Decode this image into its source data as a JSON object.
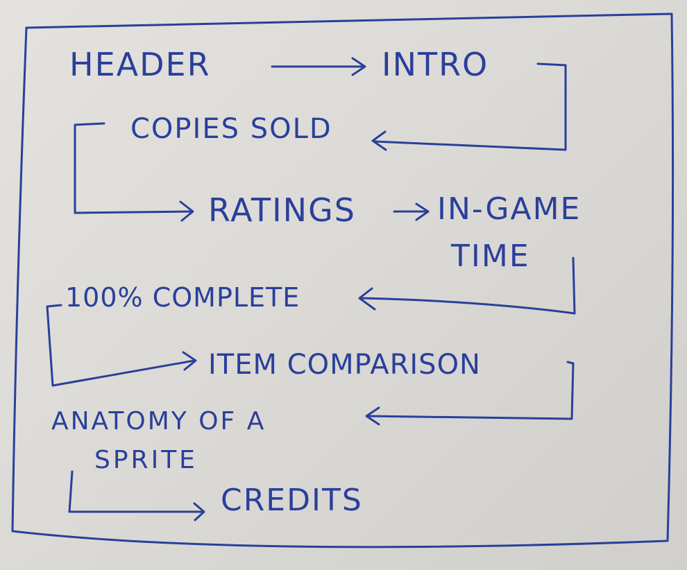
{
  "diagram": {
    "ink_color": "#2a3f9a",
    "paper_color": "#dedcd8",
    "steps": [
      {
        "id": "header",
        "label": "HEADER"
      },
      {
        "id": "intro",
        "label": "INTRO"
      },
      {
        "id": "copies-sold",
        "label": "COPIES SOLD"
      },
      {
        "id": "ratings",
        "label": "RATINGS"
      },
      {
        "id": "in-game-time",
        "label_line1": "IN-GAME",
        "label_line2": "TIME"
      },
      {
        "id": "100-complete",
        "label": "100% COMPLETE"
      },
      {
        "id": "item-comparison",
        "label": "ITEM COMPARISON"
      },
      {
        "id": "anatomy-of-a-sprite",
        "label_line1": "ANATOMY OF A",
        "label_line2": "SPRITE"
      },
      {
        "id": "credits",
        "label": "CREDITS"
      }
    ]
  }
}
